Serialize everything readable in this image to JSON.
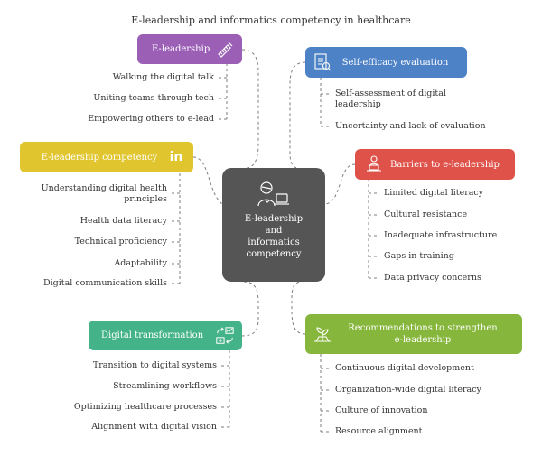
{
  "title": "E-leadership and informatics competency in healthcare",
  "center": {
    "label_lines": [
      "E-leadership",
      "and",
      "informatics",
      "competency"
    ]
  },
  "colors": {
    "purple": "#9b5fb6",
    "blue": "#4e82c6",
    "yellow": "#e0c52e",
    "red": "#de524a",
    "teal": "#45b38a",
    "green": "#86b63c",
    "center": "#555555",
    "connector": "#7d7d7d"
  },
  "nodes": {
    "eleadership": {
      "label": "E-leadership",
      "icon": "pen-ruler-icon",
      "items": [
        "Walking the digital talk",
        "Uniting teams through tech",
        "Empowering others to e-lead"
      ]
    },
    "competency": {
      "label": "E-leadership competency",
      "icon": "linkedin-icon",
      "icon_text": "in",
      "items": [
        "Understanding digital health principles",
        "Health data literacy",
        "Technical proficiency",
        "Adaptability",
        "Digital communication skills"
      ]
    },
    "transformation": {
      "label": "Digital transformation",
      "icon": "transform-icon",
      "items": [
        "Transition to digital systems",
        "Streamlining workflows",
        "Optimizing healthcare processes",
        "Alignment with digital vision"
      ]
    },
    "selfefficacy": {
      "label": "Self-efficacy evaluation",
      "icon": "checklist-icon",
      "items": [
        "Self-assessment of digital leadership",
        "Uncertainty and lack of evaluation"
      ]
    },
    "barriers": {
      "label": "Barriers to e-leadership",
      "icon": "person-laptop-icon",
      "items": [
        "Limited digital literacy",
        "Cultural resistance",
        "Inadequate infrastructure",
        "Gaps in training",
        "Data privacy concerns"
      ]
    },
    "recommendations": {
      "label_lines": [
        "Recommendations to strengthen",
        "e-leadership"
      ],
      "icon": "growth-icon",
      "items": [
        "Continuous digital development",
        "Organization-wide digital literacy",
        "Culture of innovation",
        "Resource alignment"
      ]
    }
  }
}
